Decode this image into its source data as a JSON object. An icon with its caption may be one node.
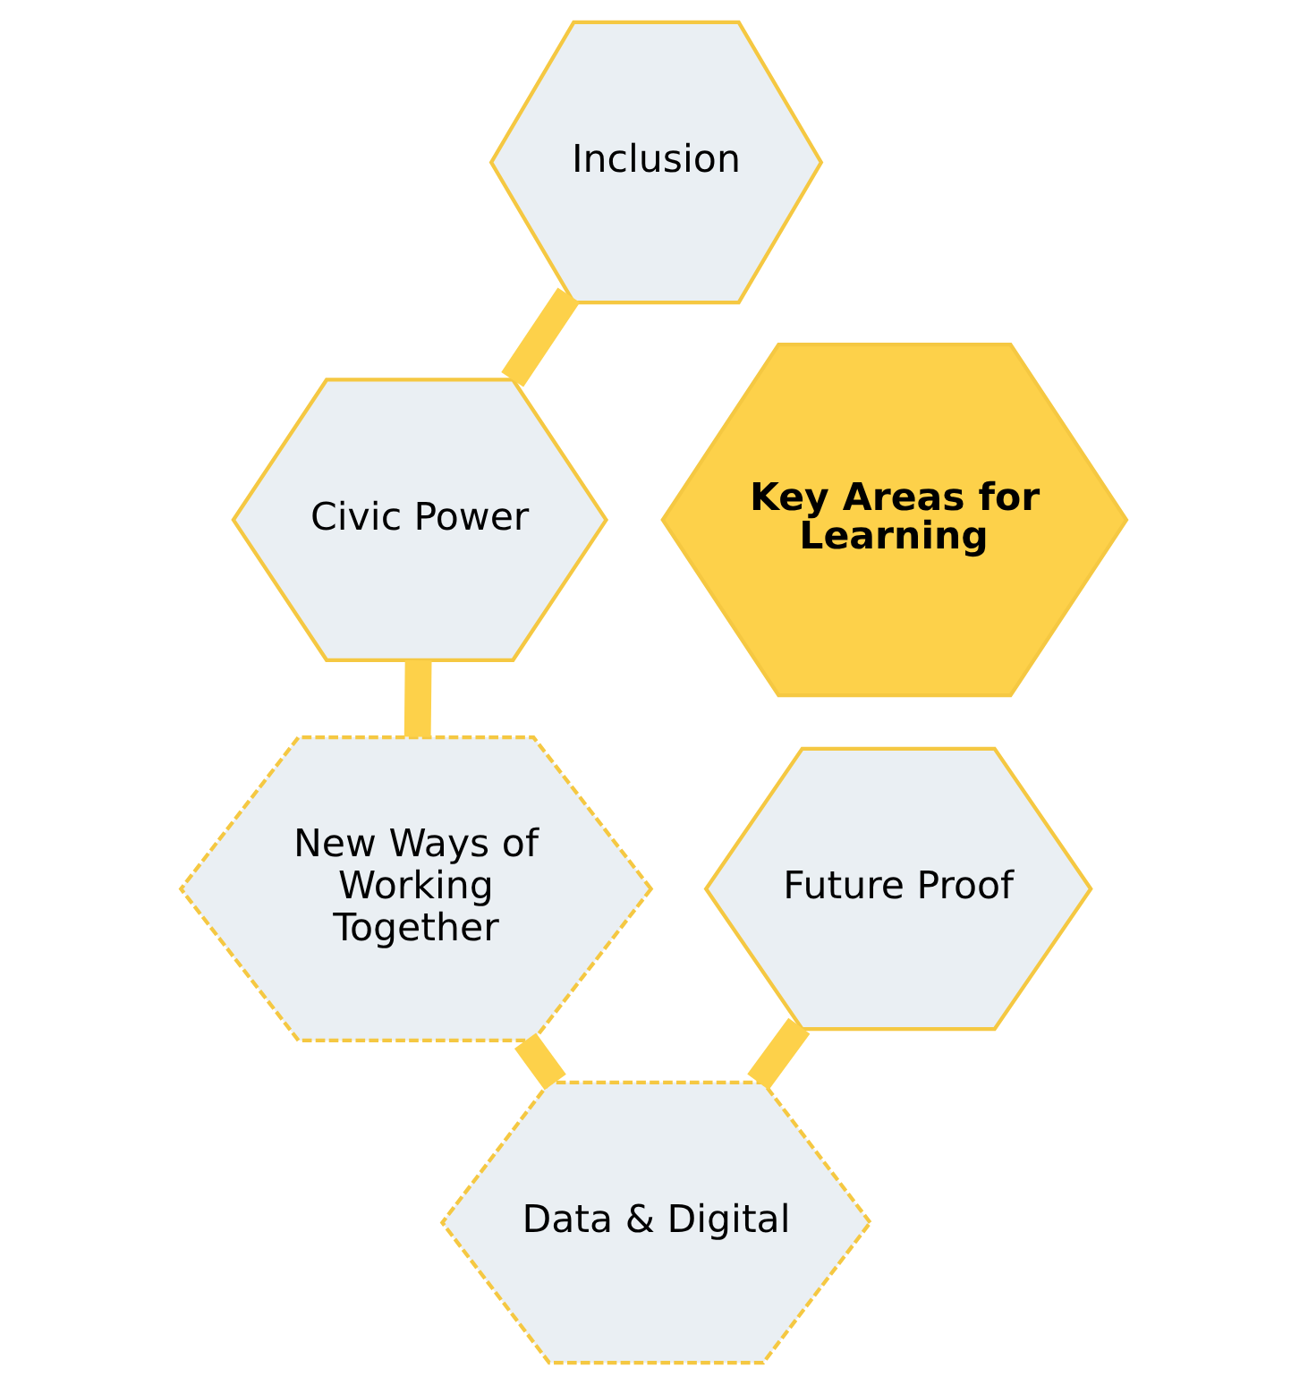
{
  "diagram": {
    "nodes": [
      {
        "text": [
          "Inclusion"
        ]
      },
      {
        "text": [
          "Civic Power"
        ]
      },
      {
        "text": [
          "Key Areas for Learning"
        ]
      },
      {
        "text": [
          "Future Proof"
        ]
      },
      {
        "text": [
          "New Ways of Working Together"
        ]
      },
      {
        "text": [
          "Data & Digital"
        ]
      }
    ],
    "edges": [
      {
        "from": 0,
        "to": 1,
        "arrow": "none"
      },
      {
        "from": 1,
        "to": 4,
        "arrow": "none"
      },
      {
        "from": 4,
        "to": 5,
        "arrow": "none"
      },
      {
        "from": 5,
        "to": 3,
        "arrow": "none"
      }
    ]
  }
}
